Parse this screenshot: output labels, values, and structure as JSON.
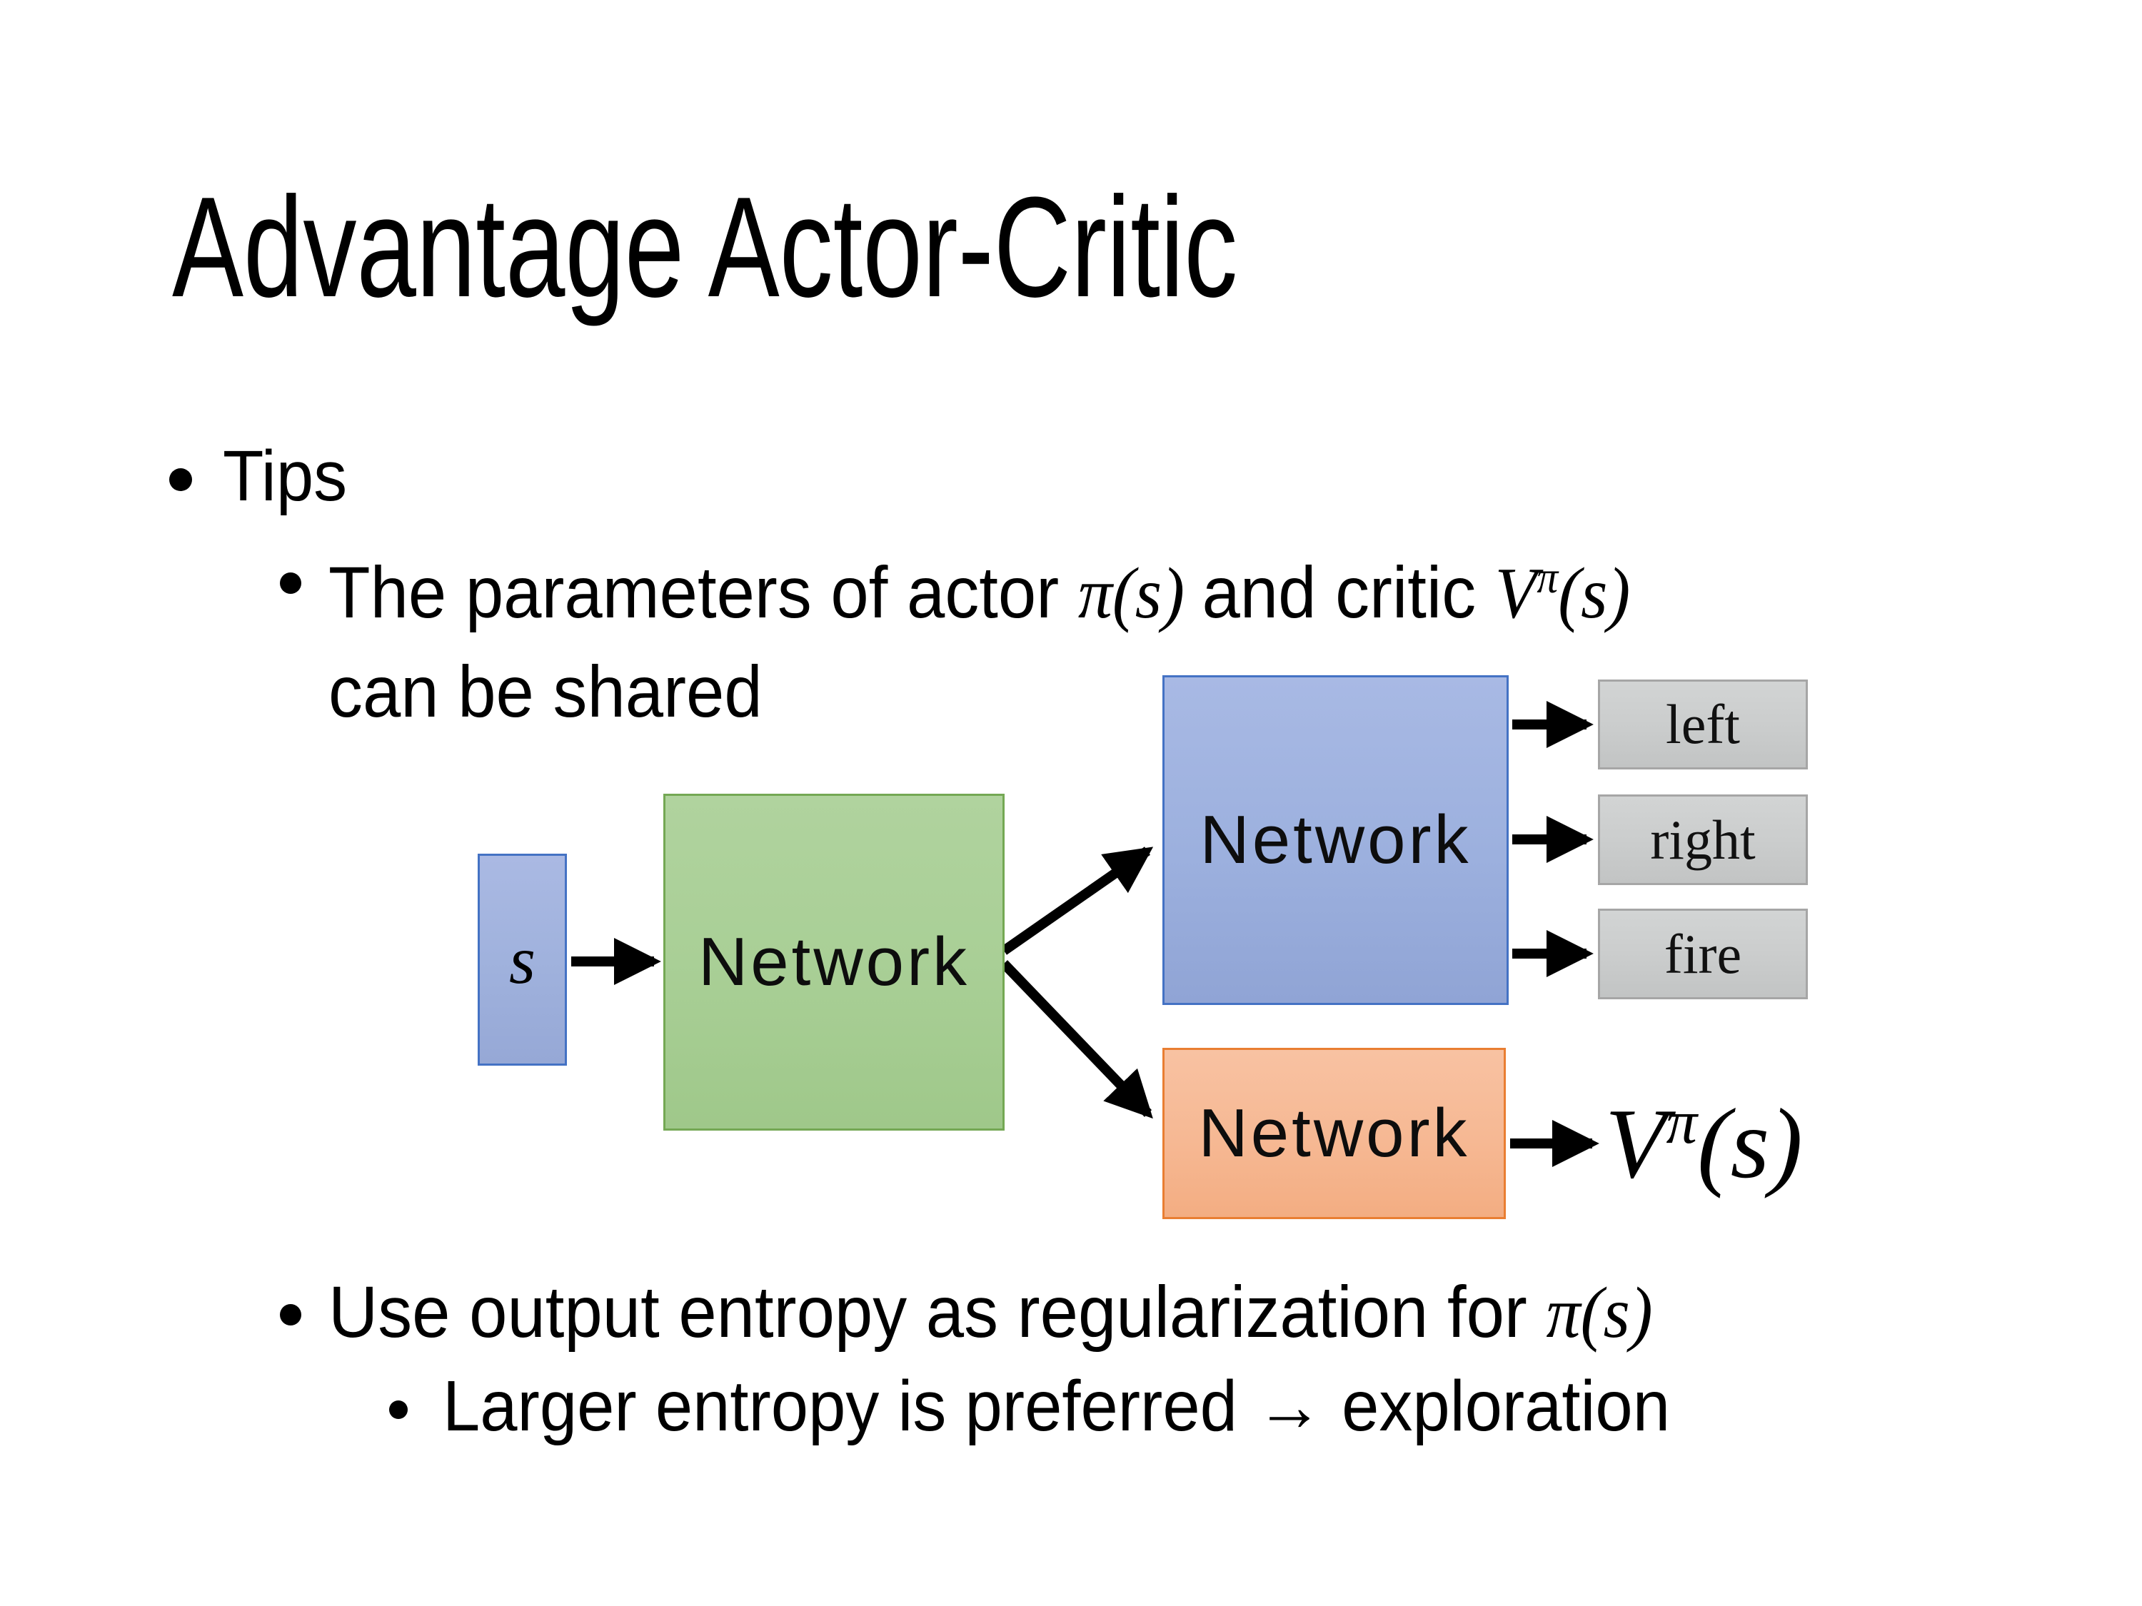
{
  "slide": {
    "title": "Advantage Actor-Critic",
    "bullets": {
      "tips": "Tips",
      "b2_pre": "The parameters of actor ",
      "b2_math1": "π(s)",
      "b2_mid": "and critic ",
      "b2_V": "V",
      "b2_sup": "π",
      "b2_args": "(s)",
      "b2_line2": "can be shared",
      "b3_pre": "Use output entropy as regularization for ",
      "b3_math": "π(s)",
      "b4": "Larger entropy is preferred → exploration"
    }
  },
  "diagram": {
    "state_label": "s",
    "shared_network_label": "Network",
    "actor_network_label": "Network",
    "critic_network_label": "Network",
    "actions": [
      "left",
      "right",
      "fire"
    ],
    "value_V": "V",
    "value_sup": "π",
    "value_args": "(s)",
    "colors": {
      "state_fill": "#a0b2dd",
      "state_border": "#4472c4",
      "shared_fill": "#a9cf96",
      "shared_border": "#74a854",
      "actor_fill": "#9cb0de",
      "actor_border": "#4472c4",
      "critic_fill": "#f6b893",
      "critic_border": "#e97e32",
      "action_fill": "#cbcdcd",
      "action_border": "#a6a6a6",
      "arrow": "#000000",
      "background": "#ffffff",
      "text": "#000000"
    }
  }
}
